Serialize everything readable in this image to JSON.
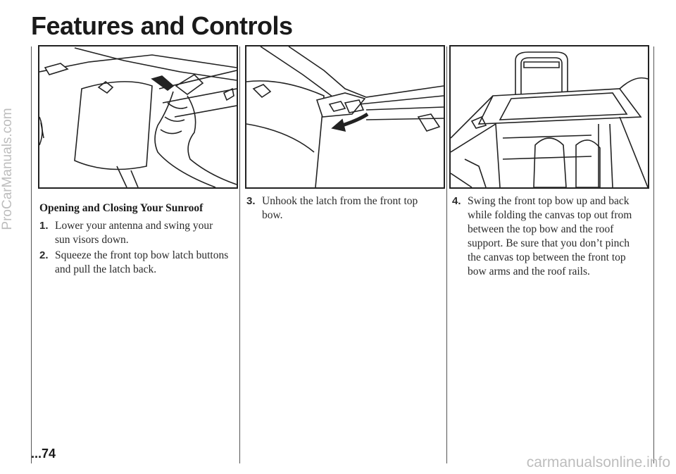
{
  "page": {
    "title": "Features and Controls",
    "page_number": "...74"
  },
  "section": {
    "heading": "Opening and Closing Your Sunroof",
    "steps": [
      {
        "num": "1.",
        "text": "Lower your antenna and swing your sun visors down."
      },
      {
        "num": "2.",
        "text": "Squeeze the front top bow latch buttons and pull the latch back."
      },
      {
        "num": "3.",
        "text": "Unhook the latch from the front top bow."
      },
      {
        "num": "4.",
        "text": "Swing the front top bow up and back while folding the canvas top out from between the top bow and the roof support. Be sure that you don’t pinch the canvas top between the front top bow arms and the roof rails."
      }
    ]
  },
  "watermarks": {
    "side": "ProCarManuals.com",
    "bottom": "carmanualsonline.info"
  }
}
